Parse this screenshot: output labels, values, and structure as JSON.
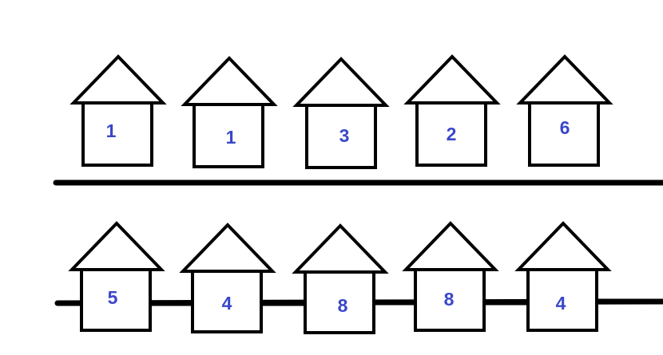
{
  "colors": {
    "outline": "#000000",
    "number": "#3a47c8",
    "background": "#ffffff"
  },
  "rows": [
    {
      "houses": [
        {
          "number": "1"
        },
        {
          "number": "1"
        },
        {
          "number": "3"
        },
        {
          "number": "2"
        },
        {
          "number": "6"
        }
      ]
    },
    {
      "houses": [
        {
          "number": "5"
        },
        {
          "number": "4"
        },
        {
          "number": "8"
        },
        {
          "number": "8"
        },
        {
          "number": "4"
        }
      ]
    }
  ]
}
